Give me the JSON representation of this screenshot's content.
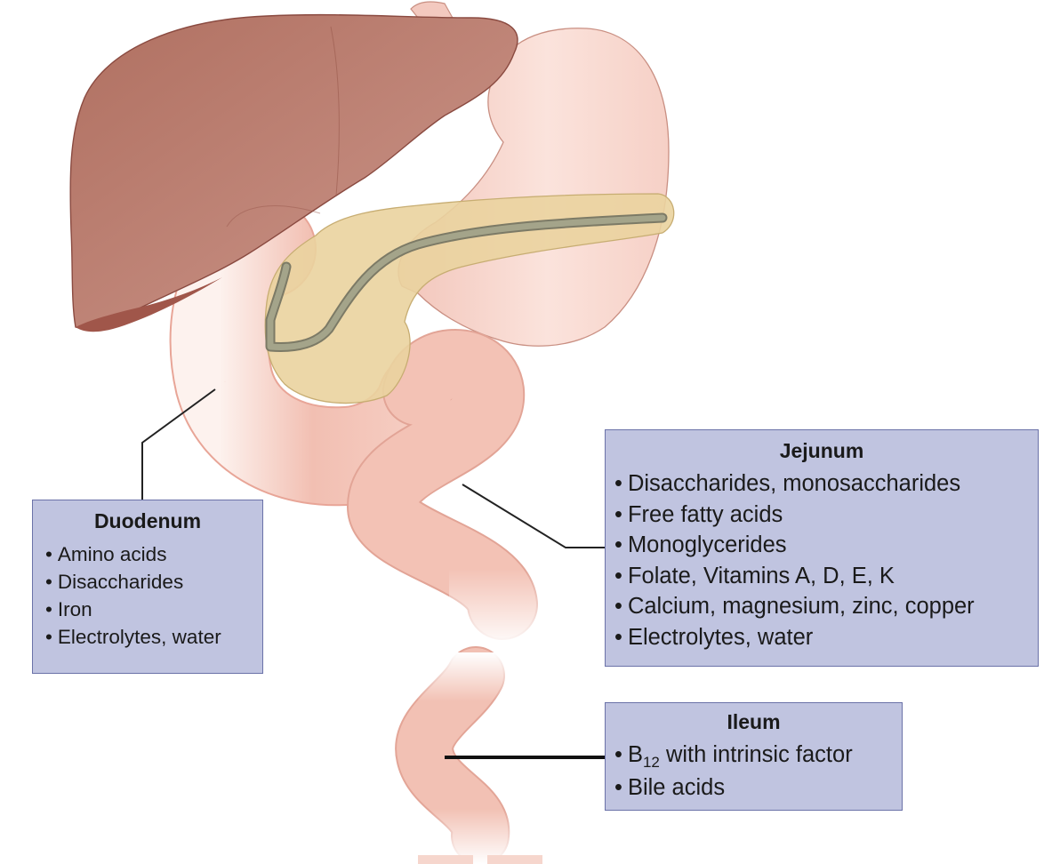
{
  "labels": {
    "duodenum": {
      "title": "Duodenum",
      "items": [
        "Amino acids",
        "Disaccharides",
        "Iron",
        "Electrolytes, water"
      ]
    },
    "jejunum": {
      "title": "Jejunum",
      "items": [
        "Disaccharides, monosaccharides",
        "Free fatty acids",
        "Monoglycerides",
        "Folate, Vitamins A, D, E, K",
        "Calcium, magnesium, zinc, copper",
        "Electrolytes, water"
      ]
    },
    "ileum": {
      "title": "Ileum",
      "b12_letter": "B",
      "b12_subscript": "12",
      "b12_rest": " with intrinsic factor",
      "items_after": [
        "Bile acids"
      ]
    }
  },
  "colors": {
    "liver": "#b8786a",
    "liver_edge": "#8a4a40",
    "stomach": "#f6d2c9",
    "pancreas": "#ead39e",
    "pancreatic_duct": "#a4a48a",
    "intestine": "#f0b8aa",
    "label_box_fill": "#c0c4e0",
    "label_box_border": "#6b72a8",
    "leader_line": "#222222"
  }
}
